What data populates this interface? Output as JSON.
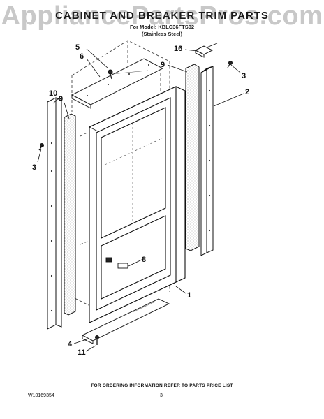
{
  "watermark": "AppliancePartsPros.com",
  "header": {
    "title": "CABINET AND BREAKER TRIM PARTS",
    "model_line": "For Model: KBLC36FTS02",
    "finish_line": "(Stainless Steel)"
  },
  "callouts": {
    "c5": "5",
    "c6": "6",
    "c16": "16",
    "c9_top": "9",
    "c3_right": "3",
    "c2": "2",
    "c10": "10",
    "c9_left": "9",
    "c3_left": "3",
    "c8": "8",
    "c1": "1",
    "c4": "4",
    "c11": "11"
  },
  "footer": {
    "ordering_note": "FOR ORDERING INFORMATION REFER TO PARTS PRICE LIST",
    "document_number": "W10169354",
    "page_number": "3"
  }
}
